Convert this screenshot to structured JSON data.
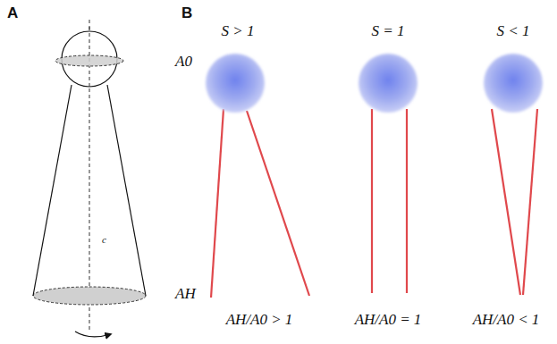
{
  "diagram": {
    "labels": [
      "A",
      "A0",
      "c",
      "AH",
      "B",
      "S > 1",
      "S = 1",
      "S < 1",
      "AH/A0 > 1",
      "AH/A0 = 1",
      "AH/A0 < 1"
    ]
  }
}
